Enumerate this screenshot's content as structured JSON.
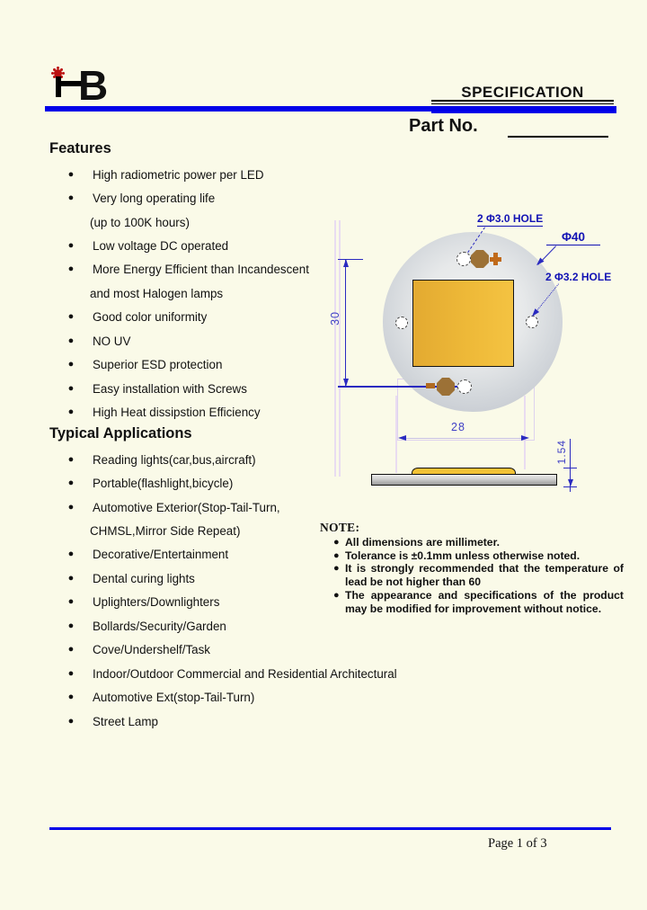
{
  "brand": {
    "text": "HB",
    "b_letter": "B"
  },
  "header": {
    "title": "SPECIFICATION",
    "part_no_label": "Part No.",
    "accent_blue": "#0000e8"
  },
  "icons": {
    "bullet": "●",
    "plus": "+"
  },
  "features": {
    "heading": "Features",
    "rows": [
      {
        "bullet": true,
        "text": "High radiometric power per LED"
      },
      {
        "bullet": true,
        "text": "Very long operating life"
      },
      {
        "bullet": false,
        "text": "(up to 100K hours)"
      },
      {
        "bullet": true,
        "text": "Low voltage DC operated"
      },
      {
        "bullet": true,
        "text": "More Energy Efficient than Incandescent"
      },
      {
        "bullet": false,
        "text": "and most Halogen lamps"
      },
      {
        "bullet": true,
        "text": "Good color uniformity"
      },
      {
        "bullet": true,
        "text": "NO UV"
      },
      {
        "bullet": true,
        "text": "Superior ESD protection"
      },
      {
        "bullet": true,
        "text": "Easy installation with Screws"
      },
      {
        "bullet": true,
        "text": "High Heat dissipstion Efficiency"
      }
    ]
  },
  "applications": {
    "heading": "Typical Applications",
    "rows": [
      {
        "bullet": true,
        "text": "Reading lights(car,bus,aircraft)"
      },
      {
        "bullet": true,
        "text": "Portable(flashlight,bicycle)"
      },
      {
        "bullet": true,
        "text": "Automotive Exterior(Stop-Tail-Turn,"
      },
      {
        "bullet": false,
        "text": "CHMSL,Mirror Side Repeat)"
      },
      {
        "bullet": true,
        "text": "Decorative/Entertainment"
      },
      {
        "bullet": true,
        "text": "Dental curing lights"
      },
      {
        "bullet": true,
        "text": "Uplighters/Downlighters"
      },
      {
        "bullet": true,
        "text": "Bollards/Security/Garden"
      },
      {
        "bullet": true,
        "text": "Cove/Undershelf/Task"
      },
      {
        "bullet": true,
        "text": "Indoor/Outdoor Commercial and Residential Architectural"
      },
      {
        "bullet": true,
        "text": "Automotive Ext(stop-Tail-Turn)"
      },
      {
        "bullet": true,
        "text": "Street Lamp"
      }
    ]
  },
  "note": {
    "heading": "NOTE:",
    "items": [
      "All dimensions are millimeter.",
      "Tolerance is ±0.1mm unless otherwise noted.",
      "It is strongly recommended that the temperature of lead be not higher than 60",
      "The appearance and specifications of the product may be modified for improvement without notice."
    ]
  },
  "drawing": {
    "label_hole_top": "2 Φ3.0 HOLE",
    "label_diameter": "Φ40",
    "label_hole_side": "2 Φ3.2 HOLE",
    "dim_height": "30",
    "dim_width": "28",
    "dim_thickness": "1.54",
    "led_yellow": "#eeb938",
    "pad_brown": "#9c7136",
    "dim_blue": "#2a2ac0"
  },
  "footer": {
    "page_label": "Page 1 of 3"
  }
}
